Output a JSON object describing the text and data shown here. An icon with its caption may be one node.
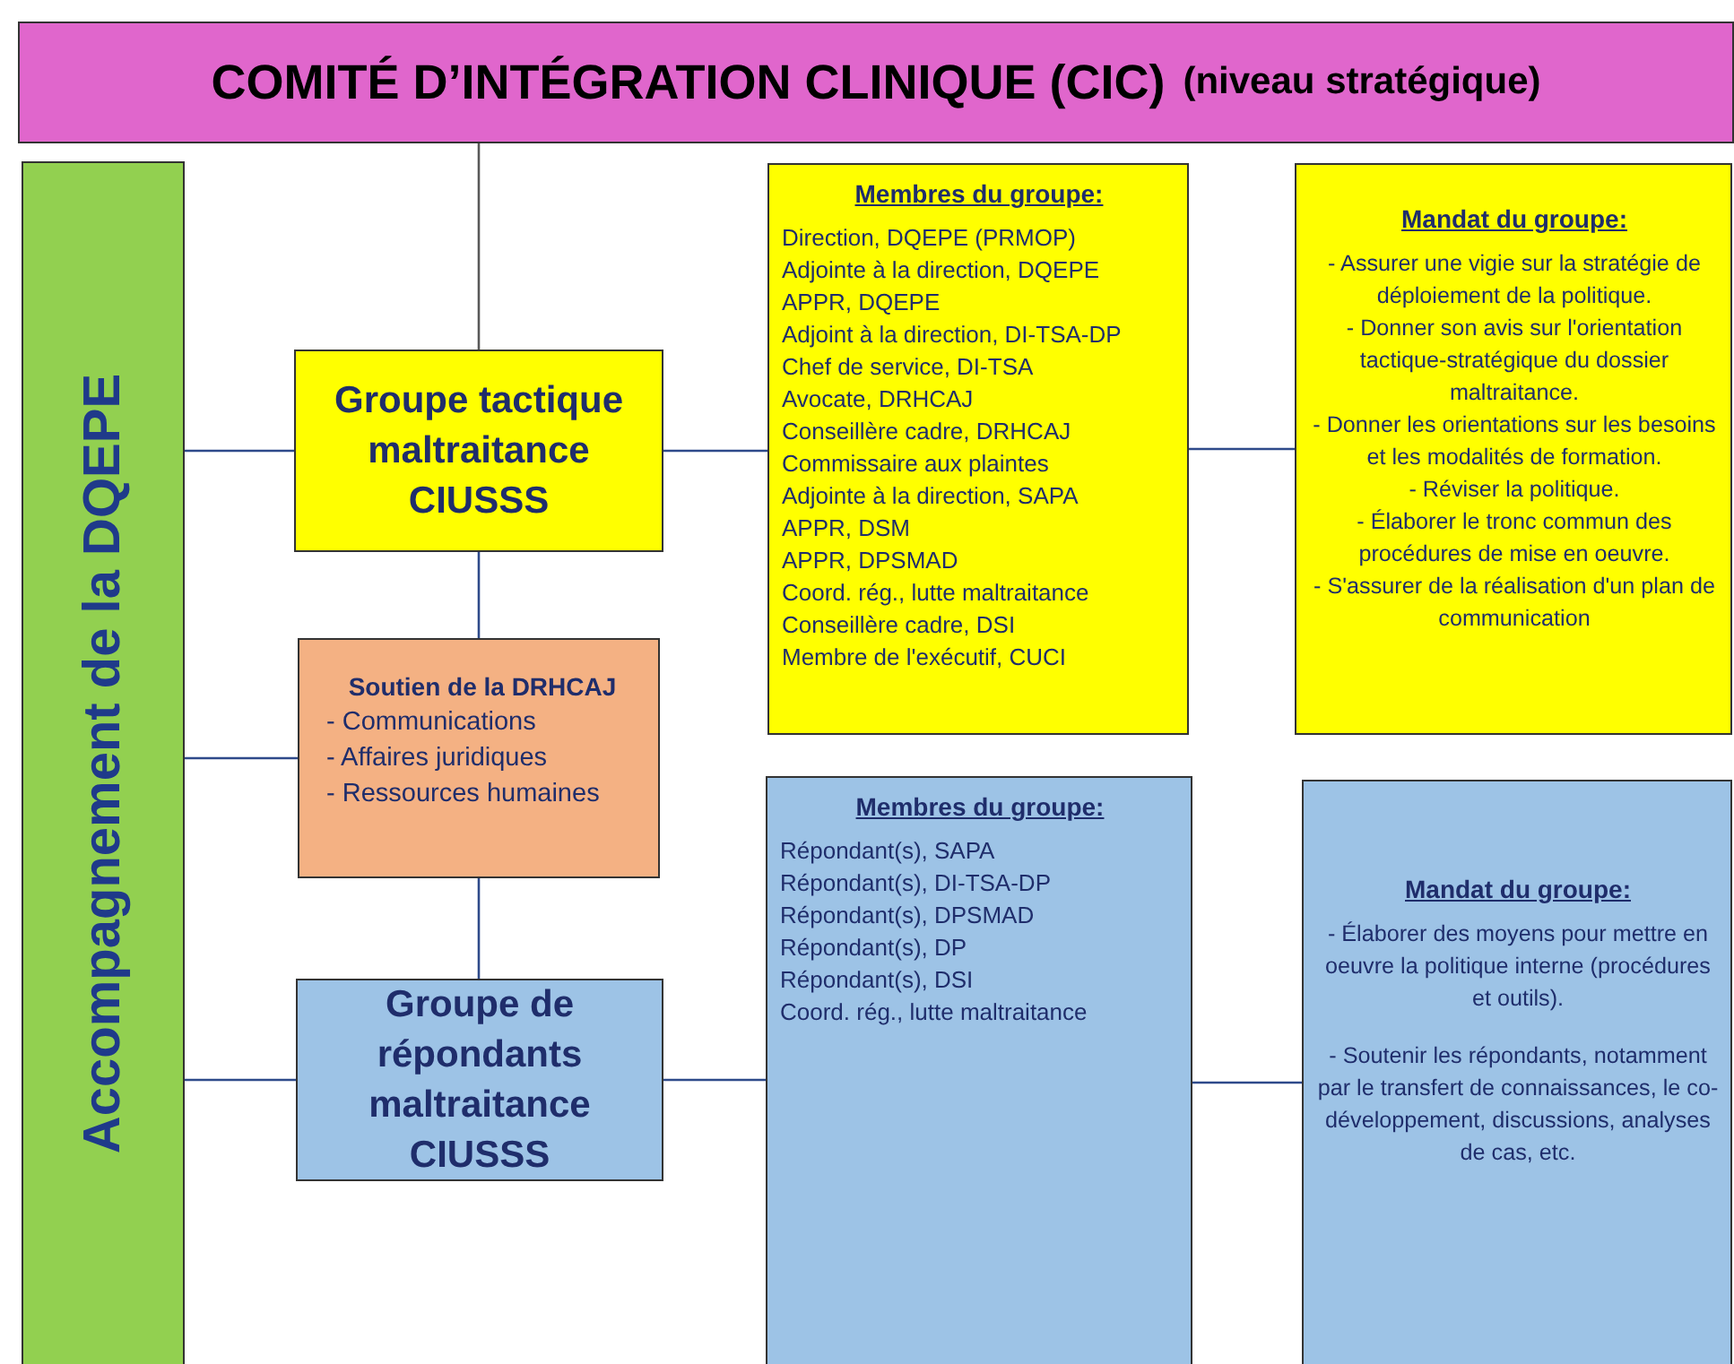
{
  "diagram": {
    "nodes": [
      {
        "text": [
          "COMITÉ D’INTÉGRATION CLINIQUE (CIC)",
          "(niveau stratégique)"
        ]
      },
      {
        "text": [
          "Accompagnement de la DQEPE"
        ]
      },
      {
        "text": [
          "Groupe tactique maltraitance CIUSSS"
        ]
      },
      {
        "text": [
          "Membres du groupe:",
          "Direction, DQEPE (PRMOP)",
          "Adjointe à la direction, DQEPE",
          "APPR, DQEPE",
          "Adjoint à la direction, DI-TSA-DP",
          "Chef de service, DI-TSA",
          "Avocate, DRHCAJ",
          "Conseillère cadre, DRHCAJ",
          "Commissaire aux plaintes",
          "Adjointe à la direction, SAPA",
          "APPR, DSM",
          "APPR, DPSMAD",
          "Coord. rég., lutte maltraitance",
          "Conseillère cadre, DSI",
          "Membre de l'exécutif, CUCI"
        ]
      },
      {
        "text": [
          "Mandat du groupe:",
          "- Assurer une vigie sur la stratégie de déploiement de la politique.",
          "- Donner son avis sur l'orientation tactique-stratégique du dossier maltraitance.",
          "- Donner les orientations sur les besoins et les modalités de formation.",
          "- Réviser la politique.",
          "- Élaborer le tronc commun des procédures de mise en oeuvre.",
          "- S'assurer de la réalisation d'un plan de communication"
        ]
      },
      {
        "text": [
          "Soutien de la DRHCAJ",
          "- Communications",
          "- Affaires juridiques",
          "- Ressources humaines"
        ]
      },
      {
        "text": [
          "Groupe de répondants maltraitance CIUSSS"
        ]
      },
      {
        "text": [
          "Membres du groupe:",
          "Répondant(s), SAPA",
          "Répondant(s), DI-TSA-DP",
          "Répondant(s), DPSMAD",
          "Répondant(s), DP",
          "Répondant(s), DSI",
          "Coord. rég., lutte maltraitance"
        ]
      },
      {
        "text": [
          "Mandat du groupe:",
          "- Élaborer des moyens pour mettre en oeuvre la politique interne (procédures et outils).",
          "- Soutenir les répondants, notamment par le transfert de connaissances, le co-développement, discussions, analyses de cas, etc."
        ]
      }
    ],
    "edges": [
      {
        "from": 0,
        "to": 2,
        "arrow": "none",
        "color": "#595959"
      },
      {
        "from": 2,
        "to": 3,
        "arrow": "none"
      },
      {
        "from": 3,
        "to": 4,
        "arrow": "none"
      },
      {
        "from": 2,
        "to": 5,
        "arrow": "none"
      },
      {
        "from": 5,
        "to": 6,
        "arrow": "none"
      },
      {
        "from": 6,
        "to": 7,
        "arrow": "none"
      },
      {
        "from": 7,
        "to": 8,
        "arrow": "none"
      },
      {
        "from": 1,
        "to": 2,
        "arrow": "none"
      },
      {
        "from": 1,
        "to": 5,
        "arrow": "none"
      },
      {
        "from": 1,
        "to": 6,
        "arrow": "none"
      }
    ]
  }
}
